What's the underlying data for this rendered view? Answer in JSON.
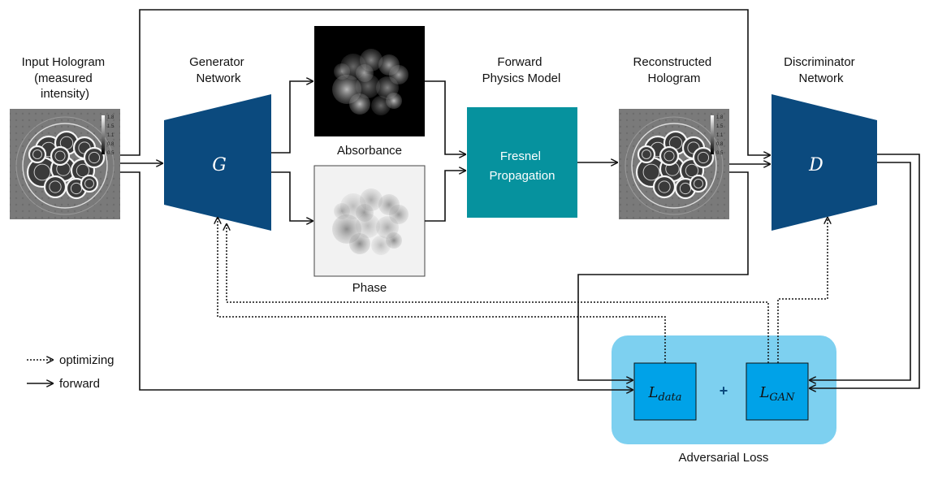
{
  "labels": {
    "input_hologram": [
      "Input Hologram",
      "(measured",
      "intensity)"
    ],
    "generator": [
      "Generator",
      "Network"
    ],
    "forward_physics": [
      "Forward",
      "Physics Model"
    ],
    "reconstructed": [
      "Reconstructed",
      "Hologram"
    ],
    "discriminator": [
      "Discriminator",
      "Network"
    ],
    "absorbance": "Absorbance",
    "phase": "Phase",
    "fresnel": [
      "Fresnel",
      "Propagation"
    ],
    "adversarial_loss": "Adversarial Loss",
    "plus": "+"
  },
  "symbols": {
    "G": "G",
    "D": "D",
    "L_data": {
      "base": "L",
      "sub": "data"
    },
    "L_gan": {
      "base": "L",
      "sub": "GAN"
    }
  },
  "colorbar_ticks": [
    "1.8",
    "1.5",
    "1.1",
    "0.8",
    "0.5"
  ],
  "legend": {
    "optimizing": "optimizing",
    "forward": "forward"
  },
  "colors": {
    "network_fill": "#0b4a7e",
    "fresnel_fill": "#06929e",
    "loss_panel": "#7dd0f0",
    "loss_box": "#00a2e8"
  }
}
